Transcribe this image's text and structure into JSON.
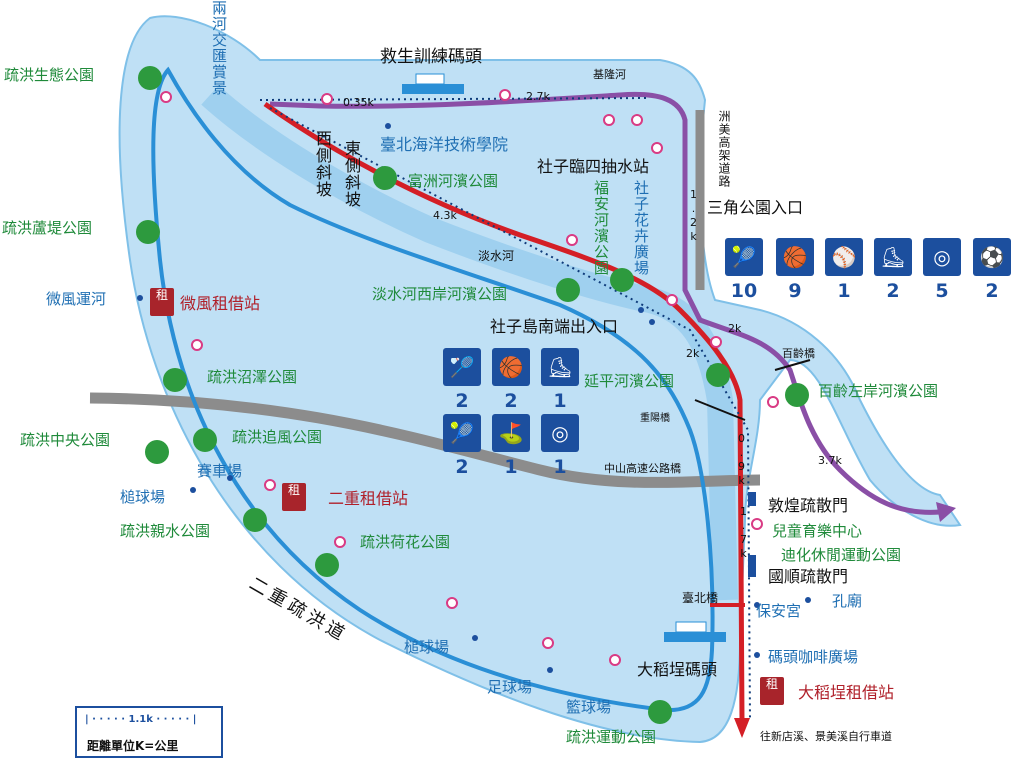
{
  "map": {
    "colors": {
      "river": "#bfe0f5",
      "river_edge": "#7fc0e8",
      "route_blue": "#2a8fd6",
      "route_red": "#d41f26",
      "route_purple": "#8a4fa6",
      "road_gray": "#8c8c8c",
      "park": "#1f8a3a",
      "sport_blue": "#1c4f9e"
    },
    "top_labels": {
      "confluence": "兩河交匯賞景",
      "rescue_pier": "救生訓練碼頭",
      "keelung_river": "基隆河",
      "distance_035": "0.35k",
      "distance_27": "2.7k"
    },
    "north": {
      "west_slope": "西側斜坡",
      "east_slope": "東側斜坡",
      "maritime_school": "臺北海洋技術學院",
      "fuzhou_park": "富洲河濱公園",
      "dist_43": "4.3k",
      "pump_station": "社子臨四抽水站",
      "fuan_park": "福安河濱公園",
      "shezi_flower": "社子花卉廣場",
      "distance_12": "1.2k",
      "expressway": "洲美高架道路",
      "sanjiao_entrance": "三角公園入口"
    },
    "river": {
      "tamsui": "淡水河",
      "west_bank_park": "淡水河西岸河濱公園",
      "shezi_south_entrance": "社子島南端出入口",
      "yanping_park": "延平河濱公園",
      "chongyang_bridge": "重陽橋",
      "distance_2k": "2k",
      "distance_2k_b": "2k",
      "bailing_bridge": "百齡橋",
      "bailing_park": "百齡左岸河濱公園",
      "distance_37": "3.7k",
      "zhongshan_bridge": "中山高速公路橋",
      "distance_09": "0.9k",
      "distance_17": "1.7k"
    },
    "west": {
      "eco_park": "疏洪生態公園",
      "reed_park": "疏洪蘆堤公園",
      "breeze_canal": "微風運河",
      "breeze_rental": "微風租借站",
      "marsh_park": "疏洪沼澤公園",
      "central_park": "疏洪中央公園",
      "wind_park": "疏洪追風公園",
      "racecourse": "賽車場",
      "gateball_w": "槌球場",
      "erchong_rental": "二重租借站",
      "water_park": "疏洪親水公園",
      "lotus_park": "疏洪荷花公園",
      "floodway": "二重疏洪道"
    },
    "south": {
      "gateball_s": "槌球場",
      "soccer": "足球場",
      "basketball": "籃球場",
      "sports_park": "疏洪運動公園",
      "dadaocheng_pier": "大稻埕碼頭",
      "taipei_bridge": "臺北橋",
      "dadaocheng_rental": "大稻埕租借站",
      "to_xindian": "往新店溪、景美溪自行車道"
    },
    "east": {
      "dunhuang_gate": "敦煌疏散門",
      "kids_center": "兒童育樂中心",
      "dihua_park": "迪化休閒運動公園",
      "guoshun_gate": "國順疏散門",
      "baoan_temple": "保安宮",
      "confucius_temple": "孔廟",
      "pier_plaza": "碼頭咖啡廣場"
    },
    "rental_badge": "租",
    "sports_top": [
      {
        "icon": "tennis-icon",
        "glyph": "🎾",
        "count": "10"
      },
      {
        "icon": "basketball-icon",
        "glyph": "🏀",
        "count": "9"
      },
      {
        "icon": "baseball-icon",
        "glyph": "⚾",
        "count": "1"
      },
      {
        "icon": "skate-icon",
        "glyph": "⛸",
        "count": "2"
      },
      {
        "icon": "rings-icon",
        "glyph": "◎",
        "count": "5"
      },
      {
        "icon": "soccer-icon",
        "glyph": "⚽",
        "count": "2"
      }
    ],
    "sports_mid": [
      {
        "icon": "badminton-icon",
        "glyph": "🏸",
        "count": "2"
      },
      {
        "icon": "basketball-icon",
        "glyph": "🏀",
        "count": "2"
      },
      {
        "icon": "skate-icon",
        "glyph": "⛸",
        "count": "1"
      },
      {
        "icon": "tennis-icon",
        "glyph": "🎾",
        "count": "2"
      },
      {
        "icon": "croquet-icon",
        "glyph": "⛳",
        "count": "1"
      },
      {
        "icon": "rings-icon",
        "glyph": "◎",
        "count": "1"
      }
    ],
    "legend": {
      "scale": "1.1k",
      "unit": "距離單位K=公里"
    }
  }
}
